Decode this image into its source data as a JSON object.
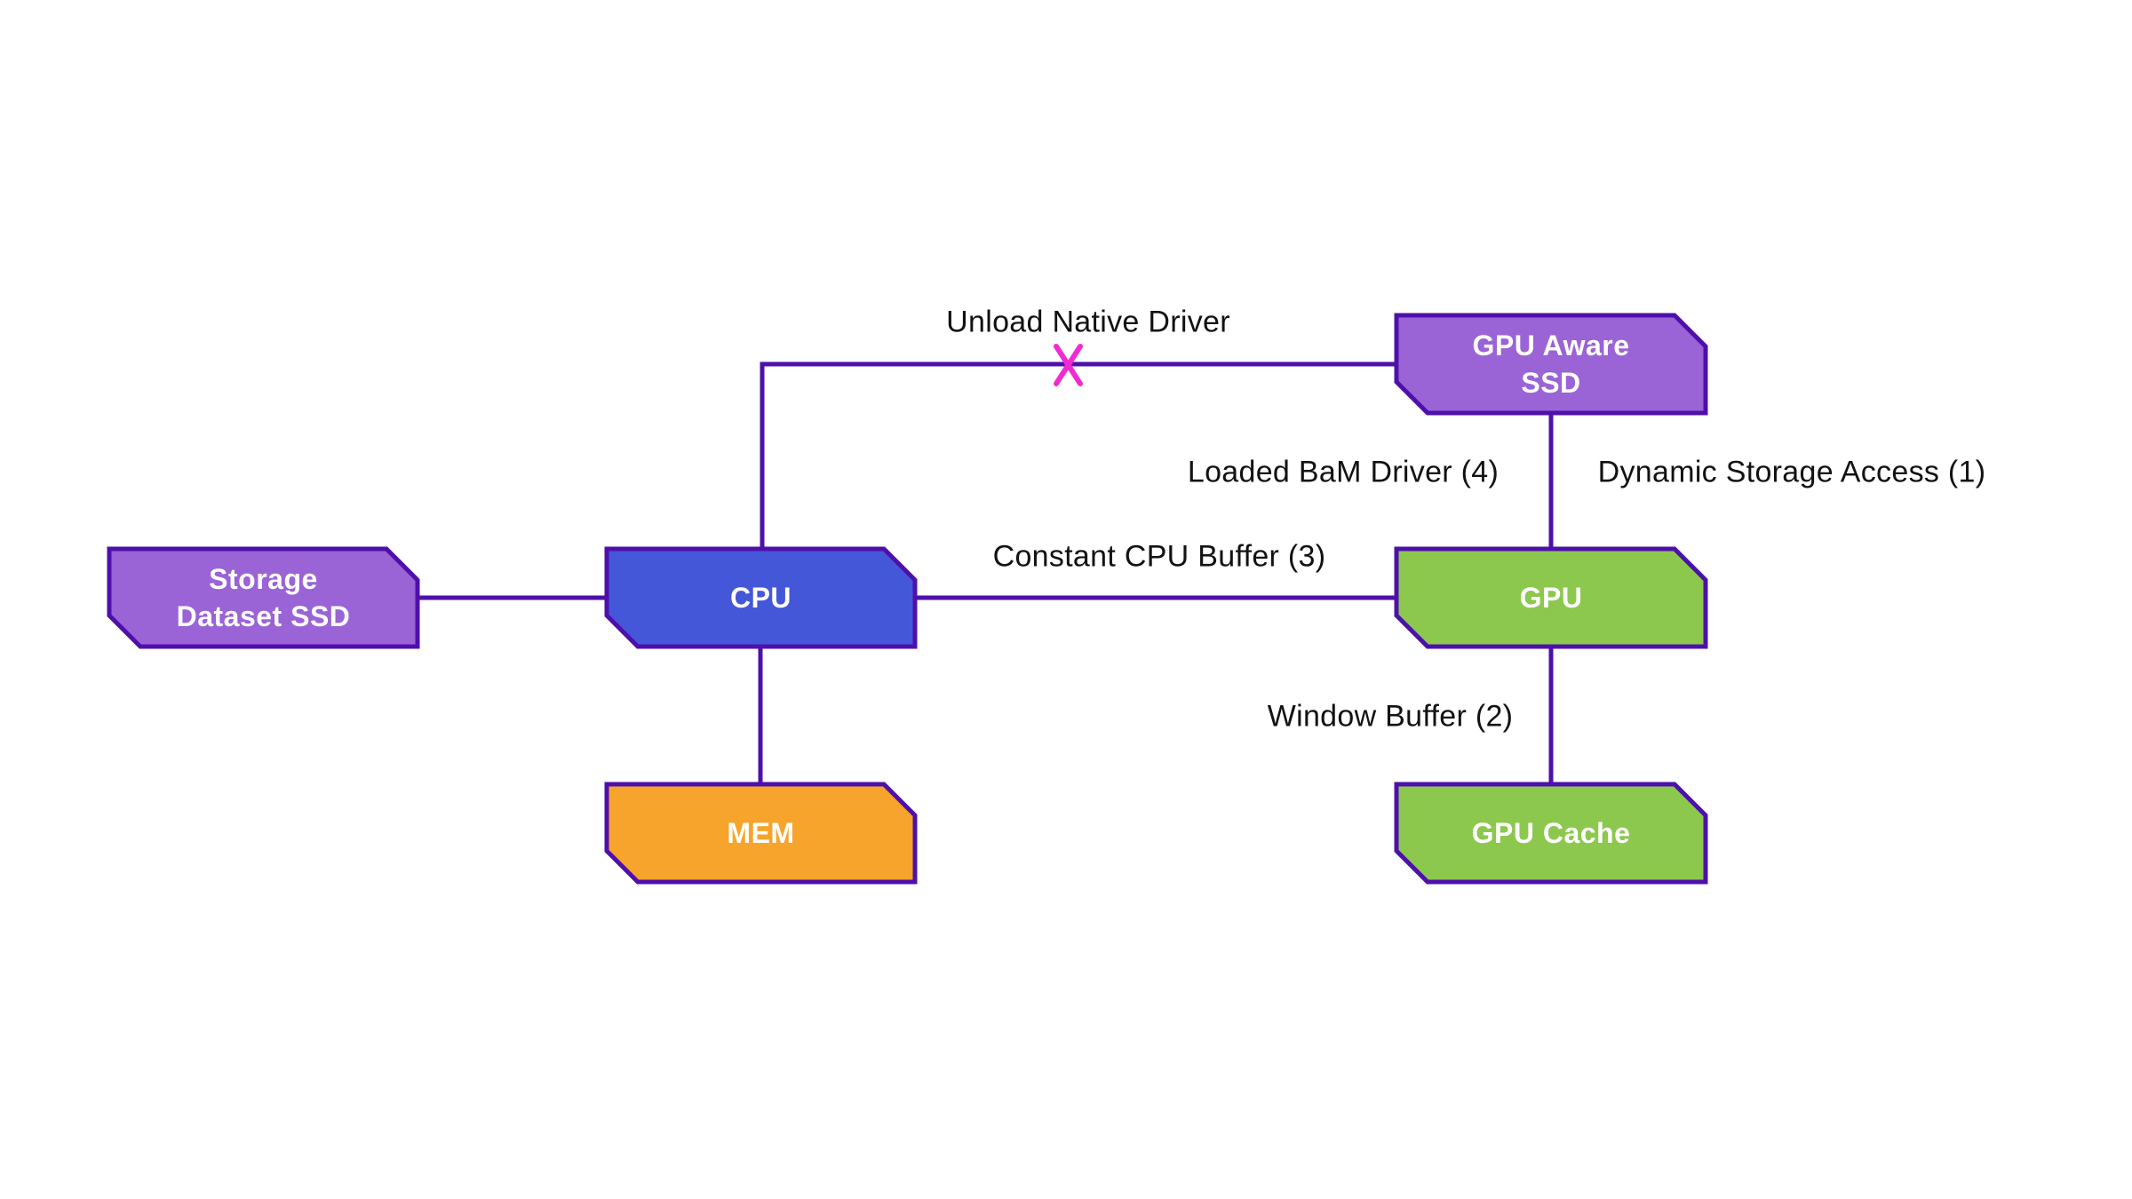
{
  "colors": {
    "background": "#ffffff",
    "node_border": "#4e10ab",
    "connector": "#4e10ab",
    "cross_mark": "#f12bd1",
    "node_label_text": "#ffffff",
    "edge_label_text": "#121212",
    "ssd_purple": "#9a63d6",
    "cpu_blue": "#4557d9",
    "gpu_green": "#8cc84e",
    "mem_orange": "#f7a42c"
  },
  "nodes": {
    "storage_dataset_ssd": {
      "lines": [
        "Storage",
        "Dataset SSD"
      ]
    },
    "cpu": {
      "lines": [
        "CPU"
      ]
    },
    "mem": {
      "lines": [
        "MEM"
      ]
    },
    "gpu_aware_ssd": {
      "lines": [
        "GPU Aware",
        "SSD"
      ]
    },
    "gpu": {
      "lines": [
        "GPU"
      ]
    },
    "gpu_cache": {
      "lines": [
        "GPU Cache"
      ]
    }
  },
  "edges": {
    "unload_native_driver": {
      "label": "Unload Native Driver"
    },
    "loaded_bam_driver": {
      "label": "Loaded BaM Driver (4)"
    },
    "dynamic_storage_access": {
      "label": "Dynamic Storage Access (1)"
    },
    "constant_cpu_buffer": {
      "label": "Constant CPU Buffer (3)"
    },
    "window_buffer": {
      "label": "Window Buffer (2)"
    }
  }
}
